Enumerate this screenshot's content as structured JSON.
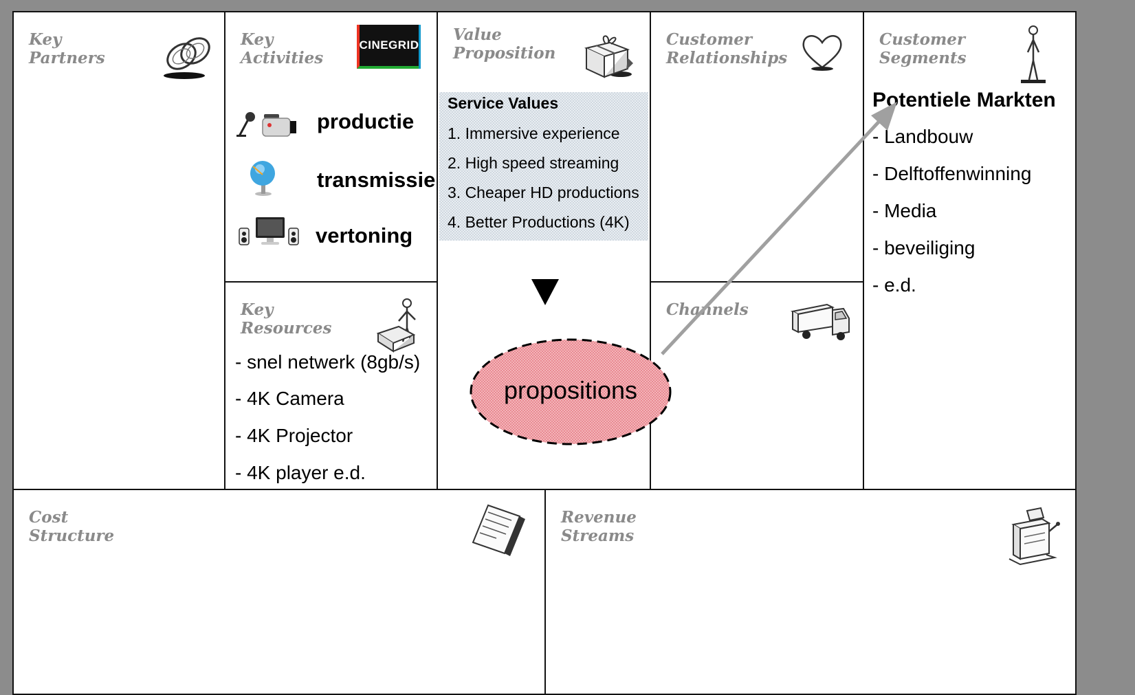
{
  "blocks": {
    "key_partners": {
      "line1": "Key",
      "line2": "Partners"
    },
    "key_activities": {
      "line1": "Key",
      "line2": "Activities",
      "logo": "CINEGRID",
      "items": [
        {
          "label": "productie",
          "icon": "camera-icon"
        },
        {
          "label": "transmissie",
          "icon": "satellite-dish-icon"
        },
        {
          "label": "vertoning",
          "icon": "monitor-speakers-icon"
        }
      ]
    },
    "key_resources": {
      "line1": "Key",
      "line2": "Resources",
      "items": [
        "- snel netwerk (8gb/s)",
        "- 4K Camera",
        "- 4K Projector",
        "- 4K player e.d."
      ]
    },
    "value_proposition": {
      "line1": "Value",
      "line2": "Proposition",
      "service_title": "Service Values",
      "services": [
        "1. Immersive experience",
        "2. High speed streaming",
        "3. Cheaper HD productions",
        "4. Better Productions (4K)"
      ],
      "ellipse_label": "propositions"
    },
    "customer_relationships": {
      "line1": "Customer",
      "line2": "Relationships"
    },
    "channels": {
      "line1": "Channels"
    },
    "customer_segments": {
      "line1": "Customer",
      "line2": "Segments",
      "markets_title": "Potentiele Markten",
      "markets": [
        "- Landbouw",
        "- Delftoffenwinning",
        "- Media",
        "- beveiliging",
        "- e.d."
      ]
    },
    "cost_structure": {
      "line1": "Cost",
      "line2": "Structure"
    },
    "revenue_streams": {
      "line1": "Revenue",
      "line2": "Streams"
    }
  },
  "colors": {
    "heading": "#8a8a8a",
    "ellipse_fill": "#e98a92",
    "arrow": "#a0a0a0",
    "service_bg": "#e9eef2"
  }
}
